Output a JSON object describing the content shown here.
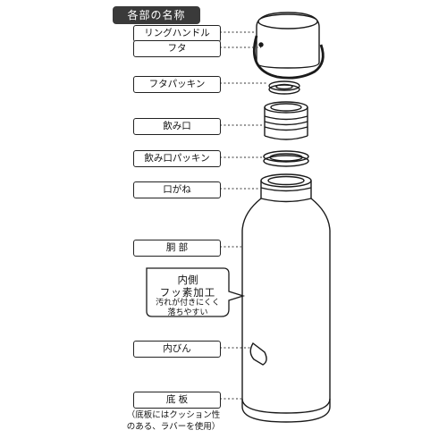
{
  "title": "各部の名称",
  "labels": {
    "ring_handle": "リングハンドル",
    "lid": "フタ",
    "lid_packing": "フタパッキン",
    "spout": "飲み口",
    "spout_packing": "飲み口パッキン",
    "mouth_ring": "口がね",
    "body": "胴 部",
    "inner_bottle": "内びん",
    "bottom_plate": "底 板"
  },
  "callout": {
    "line1": "内側",
    "line2": "フッ素加工",
    "line3": "汚れが付きにくく",
    "line4": "落ちやすい"
  },
  "bottom_note": {
    "line1": "（底板にはクッション性",
    "line2": "のある、ラバーを使用）"
  }
}
